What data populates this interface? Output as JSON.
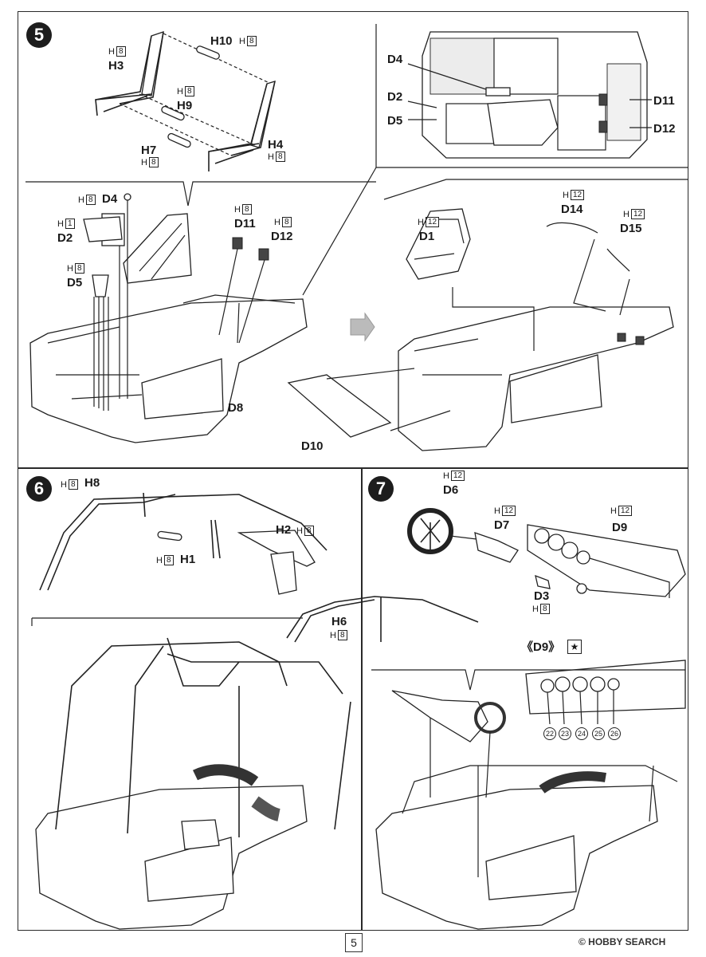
{
  "page": {
    "number": "5"
  },
  "watermark": "© HOBBY SEARCH",
  "steps": [
    {
      "number": "5"
    },
    {
      "number": "6"
    },
    {
      "number": "7"
    }
  ],
  "step5": {
    "parts": {
      "H10": {
        "label": "H10",
        "runner": "H",
        "count": "8"
      },
      "H3": {
        "label": "H3",
        "runner": "H",
        "count": "8"
      },
      "H9": {
        "label": "H9",
        "runner": "H",
        "count": "8"
      },
      "H7": {
        "label": "H7",
        "runner": "H",
        "count": "8"
      },
      "H4": {
        "label": "H4",
        "runner": "H",
        "count": "8"
      },
      "D4": {
        "label": "D4",
        "runner": "H",
        "count": "8"
      },
      "D2": {
        "label": "D2",
        "runner": "H",
        "count": "1"
      },
      "D5": {
        "label": "D5",
        "runner": "H",
        "count": "8"
      },
      "D11": {
        "label": "D11",
        "runner": "H",
        "count": "8"
      },
      "D12": {
        "label": "D12",
        "runner": "H",
        "count": "8"
      },
      "D8": {
        "label": "D8"
      },
      "D10": {
        "label": "D10"
      },
      "D1": {
        "label": "D1",
        "runner": "H",
        "count": "12"
      },
      "D14": {
        "label": "D14",
        "runner": "H",
        "count": "12"
      },
      "D15": {
        "label": "D15",
        "runner": "H",
        "count": "12"
      }
    },
    "topview_labels": [
      "D4",
      "D2",
      "D5",
      "D11",
      "D12"
    ]
  },
  "step6": {
    "parts": {
      "H8": {
        "label": "H8",
        "runner": "H",
        "count": "8"
      },
      "H2": {
        "label": "H2",
        "runner": "H",
        "count": "8"
      },
      "H1": {
        "label": "H1",
        "runner": "H",
        "count": "8"
      },
      "H6": {
        "label": "H6",
        "runner": "H",
        "count": "8"
      }
    }
  },
  "step7": {
    "parts": {
      "D6": {
        "label": "D6",
        "runner": "H",
        "count": "12"
      },
      "D7": {
        "label": "D7",
        "runner": "H",
        "count": "12"
      },
      "D9": {
        "label": "D9",
        "runner": "H",
        "count": "12"
      },
      "D3": {
        "label": "D3",
        "runner": "H",
        "count": "8"
      }
    },
    "detail_title": "《D9》",
    "detail_mark": "★",
    "gauges": [
      "22",
      "23",
      "24",
      "25",
      "26"
    ]
  }
}
